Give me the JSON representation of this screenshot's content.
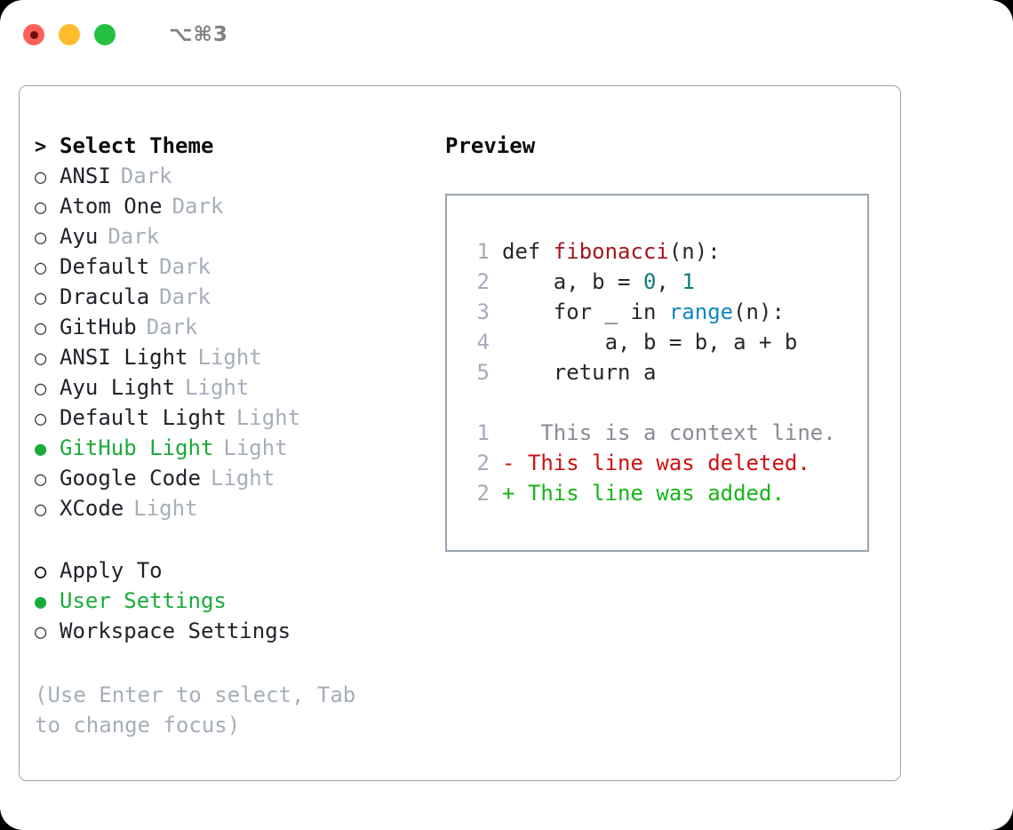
{
  "window": {
    "shortcut_label": "⌥⌘3",
    "traffic_lights": [
      {
        "name": "close",
        "color": "#ff6159"
      },
      {
        "name": "minimize",
        "color": "#ffbd2e"
      },
      {
        "name": "zoom",
        "color": "#25c03f"
      }
    ]
  },
  "theme_list": {
    "header_marker": ">",
    "header_label": "Select Theme",
    "unselected_marker": "○",
    "selected_marker": "●",
    "items": [
      {
        "marker": "○",
        "name": "ANSI",
        "tag": "Dark",
        "selected": false
      },
      {
        "marker": "○",
        "name": "Atom One",
        "tag": "Dark",
        "selected": false
      },
      {
        "marker": "○",
        "name": "Ayu",
        "tag": "Dark",
        "selected": false
      },
      {
        "marker": "○",
        "name": "Default",
        "tag": "Dark",
        "selected": false
      },
      {
        "marker": "○",
        "name": "Dracula",
        "tag": "Dark",
        "selected": false
      },
      {
        "marker": "○",
        "name": "GitHub",
        "tag": "Dark",
        "selected": false
      },
      {
        "marker": "○",
        "name": "ANSI Light",
        "tag": "Light",
        "selected": false
      },
      {
        "marker": "○",
        "name": "Ayu Light",
        "tag": "Light",
        "selected": false
      },
      {
        "marker": "○",
        "name": "Default Light",
        "tag": "Light",
        "selected": false
      },
      {
        "marker": "●",
        "name": "GitHub Light",
        "tag": "Light",
        "selected": true
      },
      {
        "marker": "○",
        "name": "Google Code",
        "tag": "Light",
        "selected": false
      },
      {
        "marker": "○",
        "name": "XCode",
        "tag": "Light",
        "selected": false
      }
    ]
  },
  "apply_to": {
    "header_label": "Apply To",
    "items": [
      {
        "marker": "●",
        "name": "User Settings",
        "selected": true
      },
      {
        "marker": "○",
        "name": "Workspace Settings",
        "selected": false
      }
    ]
  },
  "hint": {
    "text": "(Use Enter to select, Tab to change focus)"
  },
  "preview": {
    "title": "Preview",
    "code_lines": [
      {
        "number": "1",
        "tokens": [
          {
            "text": "def ",
            "kind": "plain"
          },
          {
            "text": "fibonacci",
            "kind": "fn"
          },
          {
            "text": "(n):",
            "kind": "plain"
          }
        ]
      },
      {
        "number": "2",
        "tokens": [
          {
            "text": "    a, b = ",
            "kind": "plain"
          },
          {
            "text": "0",
            "kind": "num"
          },
          {
            "text": ", ",
            "kind": "plain"
          },
          {
            "text": "1",
            "kind": "num"
          }
        ]
      },
      {
        "number": "3",
        "tokens": [
          {
            "text": "    for _ in ",
            "kind": "plain"
          },
          {
            "text": "range",
            "kind": "builtin"
          },
          {
            "text": "(n):",
            "kind": "plain"
          }
        ]
      },
      {
        "number": "4",
        "tokens": [
          {
            "text": "        a, b = b, a + b",
            "kind": "plain"
          }
        ]
      },
      {
        "number": "5",
        "tokens": [
          {
            "text": "    return a",
            "kind": "plain"
          }
        ]
      }
    ],
    "diff_lines": [
      {
        "number": "1",
        "sign": " ",
        "text": "  This is a context line.",
        "kind": "ctx"
      },
      {
        "number": "2",
        "sign": "-",
        "text": " This line was deleted.",
        "kind": "del"
      },
      {
        "number": "2",
        "sign": "+",
        "text": " This line was added.",
        "kind": "add"
      }
    ]
  },
  "colors": {
    "selected_green": "#1aab3c",
    "muted_gray": "#a6aeba",
    "border": "#9aa4b2",
    "fn_red": "#a8131e",
    "num_teal": "#0d7c78",
    "builtin_blue": "#1287c0",
    "diff_delete": "#cc1111",
    "diff_add": "#17b517",
    "diff_context": "#8a8a94"
  }
}
